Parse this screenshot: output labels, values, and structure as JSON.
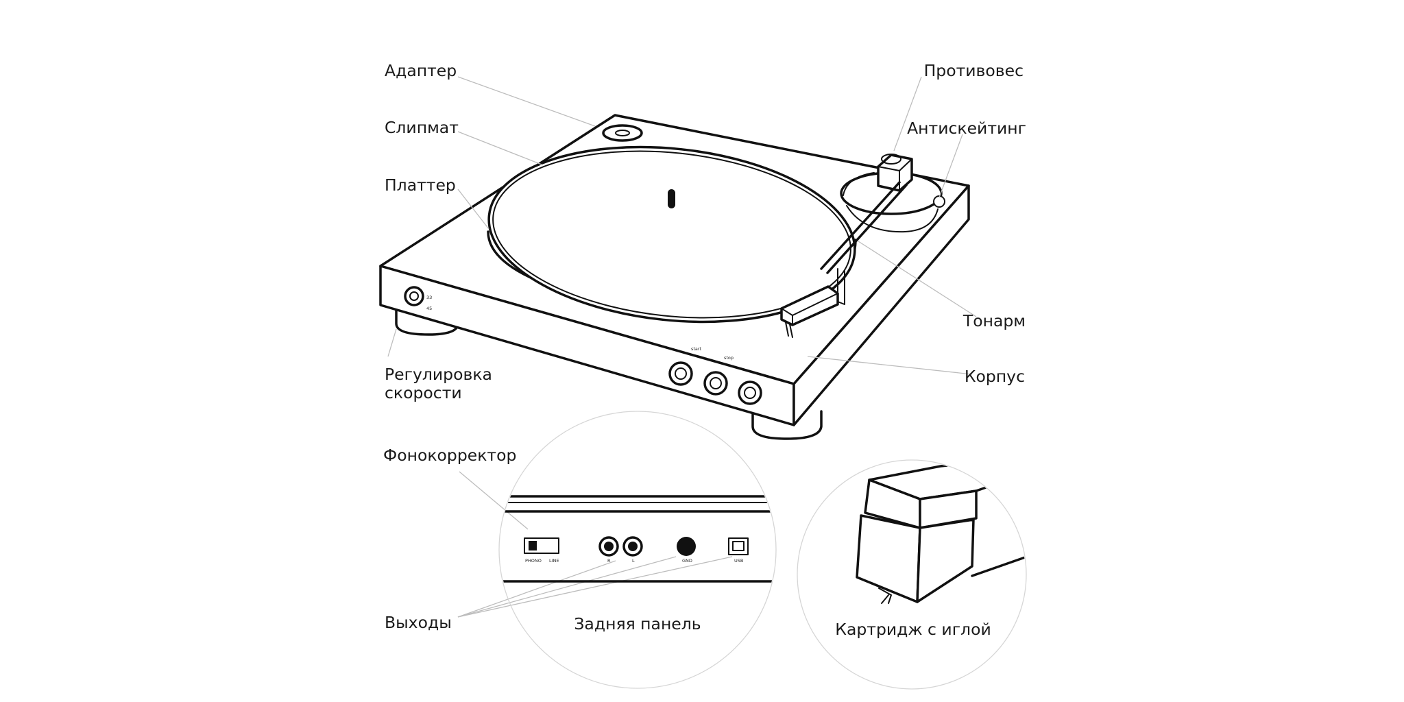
{
  "labels": {
    "adapter": "Адаптер",
    "counterweight": "Противовес",
    "slipmat": "Слипмат",
    "antiskating": "Антискейтинг",
    "platter": "Платтер",
    "tonearm": "Тонарм",
    "speed_line1": "Регулировка",
    "speed_line2": "скорости",
    "body": "Корпус",
    "preamp": "Фонокорректор",
    "outputs": "Выходы",
    "rear_panel": "Задняя панель",
    "cartridge": "Картридж с иглой"
  },
  "device_marks": {
    "speed_33": "33",
    "speed_45": "45",
    "start": "start",
    "stop": "stop",
    "phono": "PHONO",
    "line": "LINE",
    "r": "R",
    "l": "L",
    "gnd": "GND",
    "usb": "USB"
  },
  "colors": {
    "line_art": "#111111",
    "leader": "#bdbdbd",
    "text": "#1a1a1a"
  }
}
